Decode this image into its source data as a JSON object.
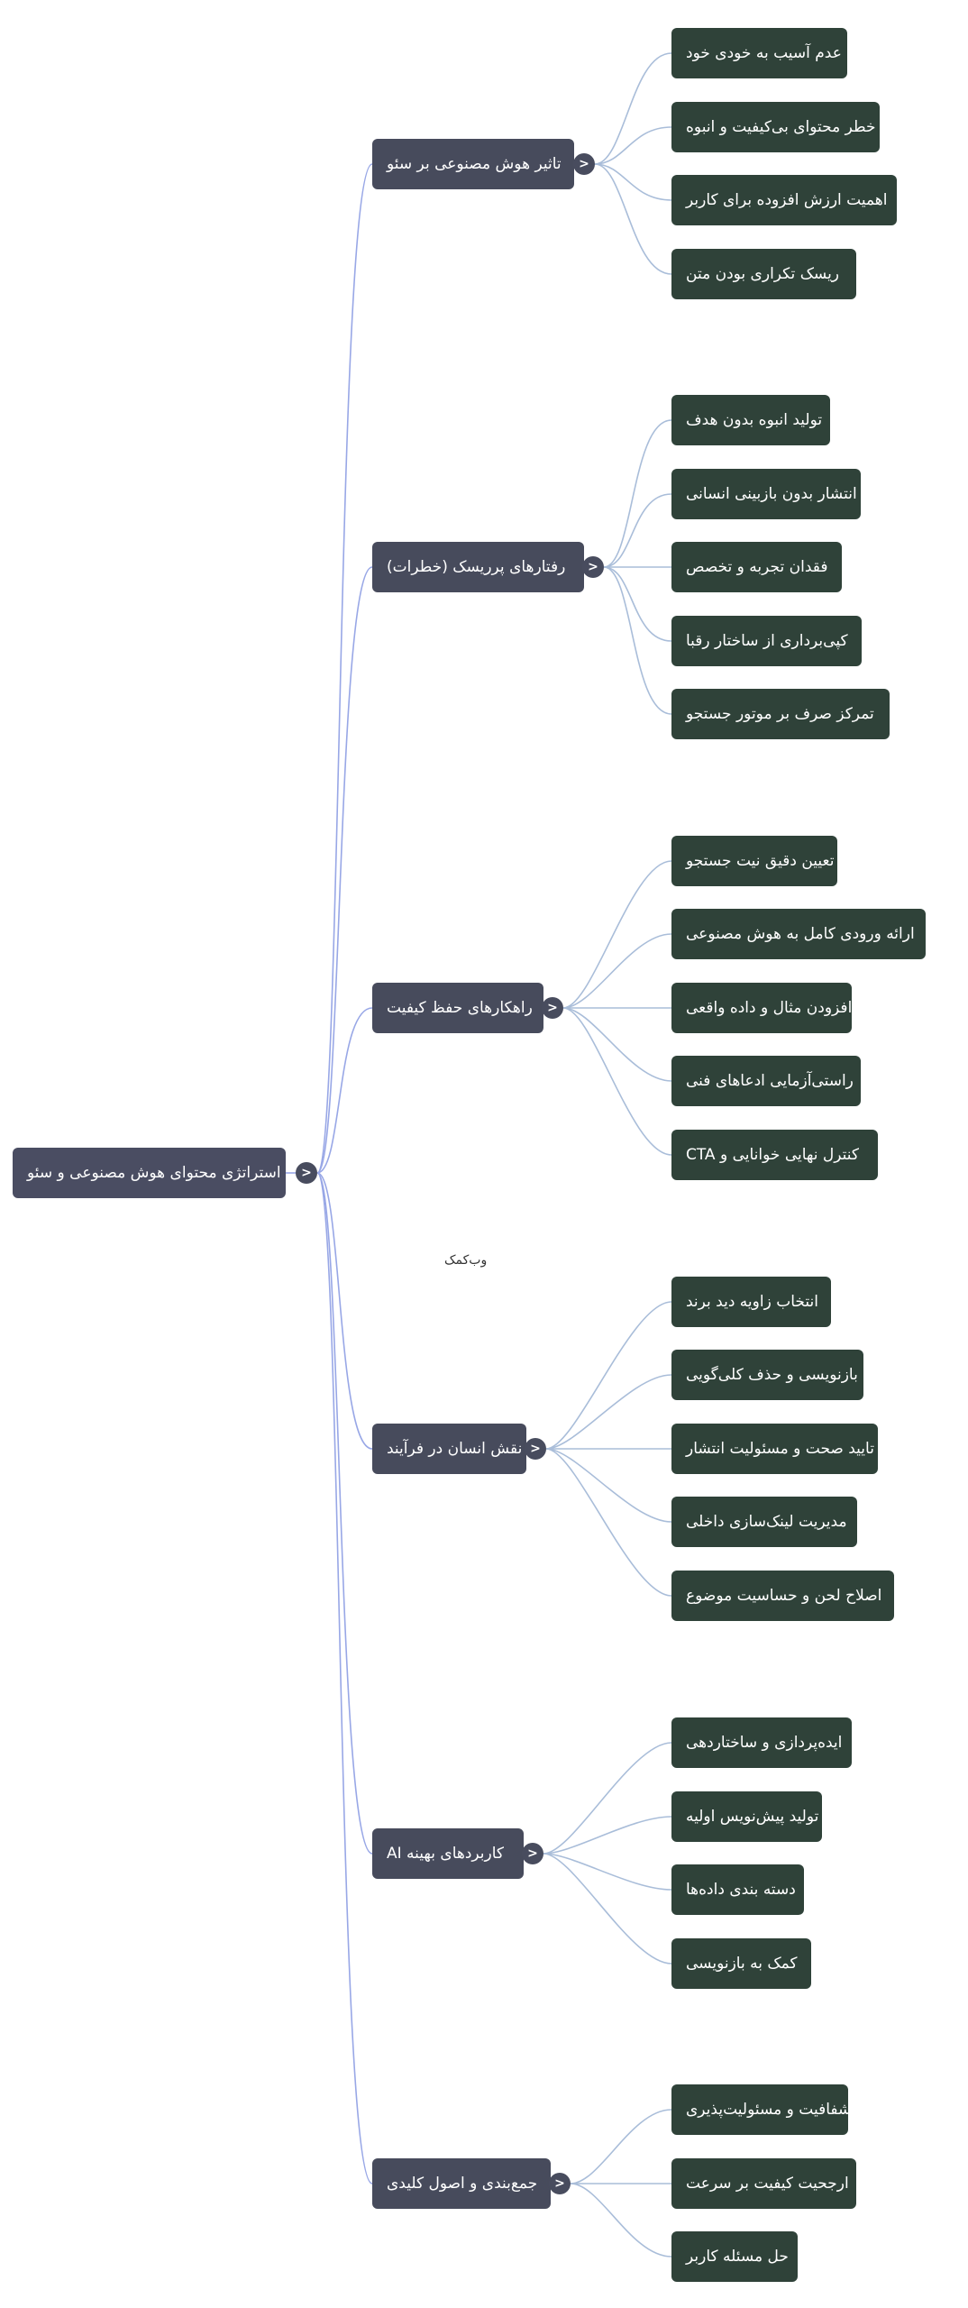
{
  "root": {
    "label": "استراتژی محتوای هوش مصنوعی و سئو"
  },
  "watermark": "وب‌کمک",
  "toggle_glyph": ">",
  "colors": {
    "root_bg": "#4a4d62",
    "branch_bg": "#474b5c",
    "leaf_bg": "#2f4239",
    "root_edge": "#98a7e6",
    "leaf_edge": "#a9bdd9",
    "text": "#ffffff"
  },
  "branches": [
    {
      "label": "تاثیر هوش مصنوعی بر سئو",
      "leaves": [
        "عدم آسیب به خودی خود",
        "خطر محتوای بی‌کیفیت و انبوه",
        "اهمیت ارزش افزوده برای کاربر",
        "ریسک تکراری بودن متن"
      ]
    },
    {
      "label": "رفتارهای پرریسک (خطرات)",
      "leaves": [
        "تولید انبوه بدون هدف",
        "انتشار بدون بازبینی انسانی",
        "فقدان تجربه و تخصص",
        "کپی‌برداری از ساختار رقبا",
        "تمرکز صرف بر موتور جستجو"
      ]
    },
    {
      "label": "راهکارهای حفظ کیفیت",
      "leaves": [
        "تعیین دقیق نیت جستجو",
        "ارائه ورودی کامل به هوش مصنوعی",
        "افزودن مثال و داده واقعی",
        "راستی‌آزمایی ادعاهای فنی",
        "کنترل نهایی خوانایی و CTA"
      ]
    },
    {
      "label": "نقش انسان در فرآیند",
      "leaves": [
        "انتخاب زاویه دید برند",
        "بازنویسی و حذف کلی‌گویی",
        "تایید صحت و مسئولیت انتشار",
        "مدیریت لینک‌سازی داخلی",
        "اصلاح لحن و حساسیت موضوع"
      ]
    },
    {
      "label": "کاربردهای بهینه AI",
      "leaves": [
        "ایده‌پردازی و ساختاردهی",
        "تولید پیش‌نویس اولیه",
        "دسته بندی داده‌ها",
        "کمک به بازنویسی"
      ]
    },
    {
      "label": "جمع‌بندی و اصول کلیدی",
      "leaves": [
        "شفافیت و مسئولیت‌پذیری",
        "ارجحیت کیفیت بر سرعت",
        "حل مسئله کاربر"
      ]
    }
  ]
}
